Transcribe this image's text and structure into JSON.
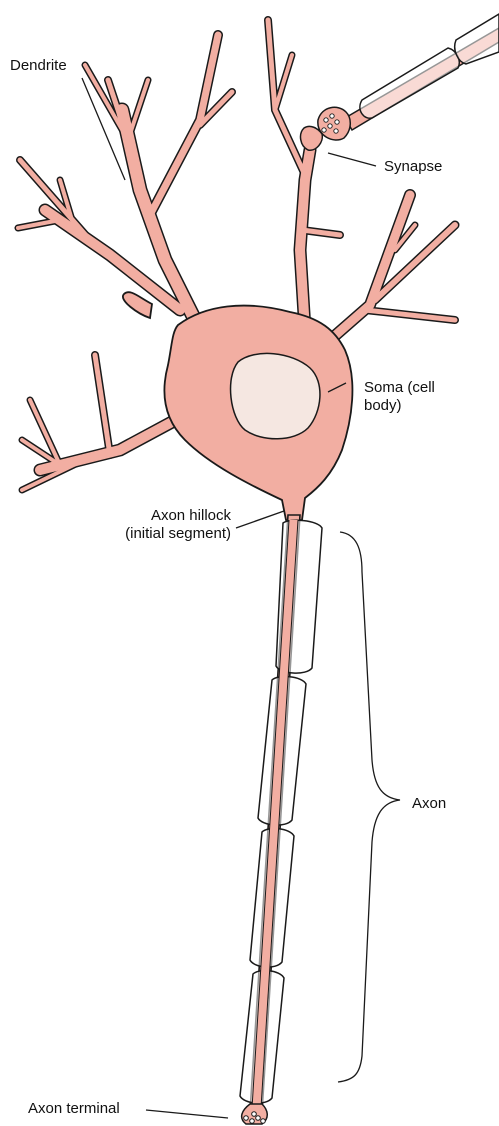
{
  "labels": {
    "dendrite": "Dendrite",
    "synapse": "Synapse",
    "soma": [
      "Soma (cell",
      "body)"
    ],
    "axon_hillock": [
      "Axon hillock",
      "(initial segment)"
    ],
    "axon": "Axon",
    "axon_terminal": "Axon terminal"
  },
  "colors": {
    "cell_fill": "#f2aea2",
    "cell_outline": "#1a1a1a",
    "nucleus_fill": "#f5e7e1",
    "myelin_fill": "#ffffff",
    "line": "#1a1a1a"
  }
}
